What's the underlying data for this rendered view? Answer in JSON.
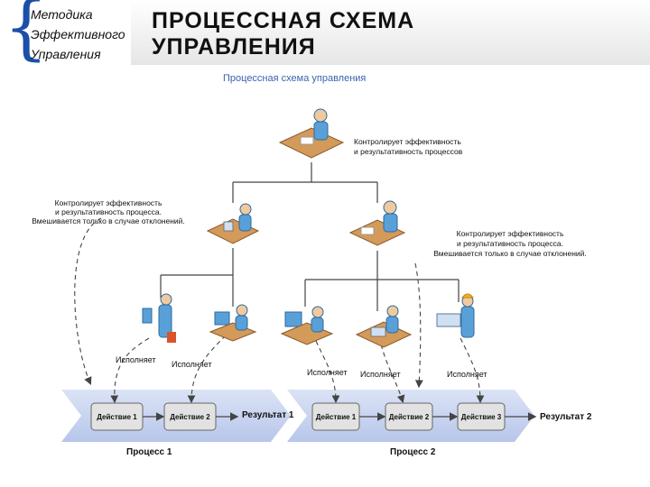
{
  "logo": {
    "lines": [
      "Методика",
      "Эффективного",
      "Управления"
    ]
  },
  "header": {
    "title_line1": "ПРОЦЕССНАЯ СХЕМА",
    "title_line2": "УПРАВЛЕНИЯ"
  },
  "diagram": {
    "subtitle": "Процессная схема управления",
    "notes": {
      "top": [
        "Контролирует эффективность",
        "и результативность процессов"
      ],
      "left": [
        "Контролирует эффективность",
        "и результативность процесса.",
        "Вмешивается только в случае отклонений."
      ],
      "right": [
        "Контролирует эффективность",
        "и результативность процесса.",
        "Вмешивается только в случае отклонений."
      ]
    },
    "executes_label": "Исполняет",
    "process1": {
      "actions": [
        "Действие 1",
        "Действие 2"
      ],
      "result": "Результат 1",
      "name": "Процесс 1"
    },
    "process2": {
      "actions": [
        "Действие 1",
        "Действие 2",
        "Действие 3"
      ],
      "result": "Результат 2",
      "name": "Процесс 2"
    },
    "colors": {
      "person": "#5aa0d8",
      "desk": "#d49a5a",
      "arrow_band": "#c7d3ee",
      "box_fill": "#dcdcdc",
      "line": "#444444"
    }
  }
}
